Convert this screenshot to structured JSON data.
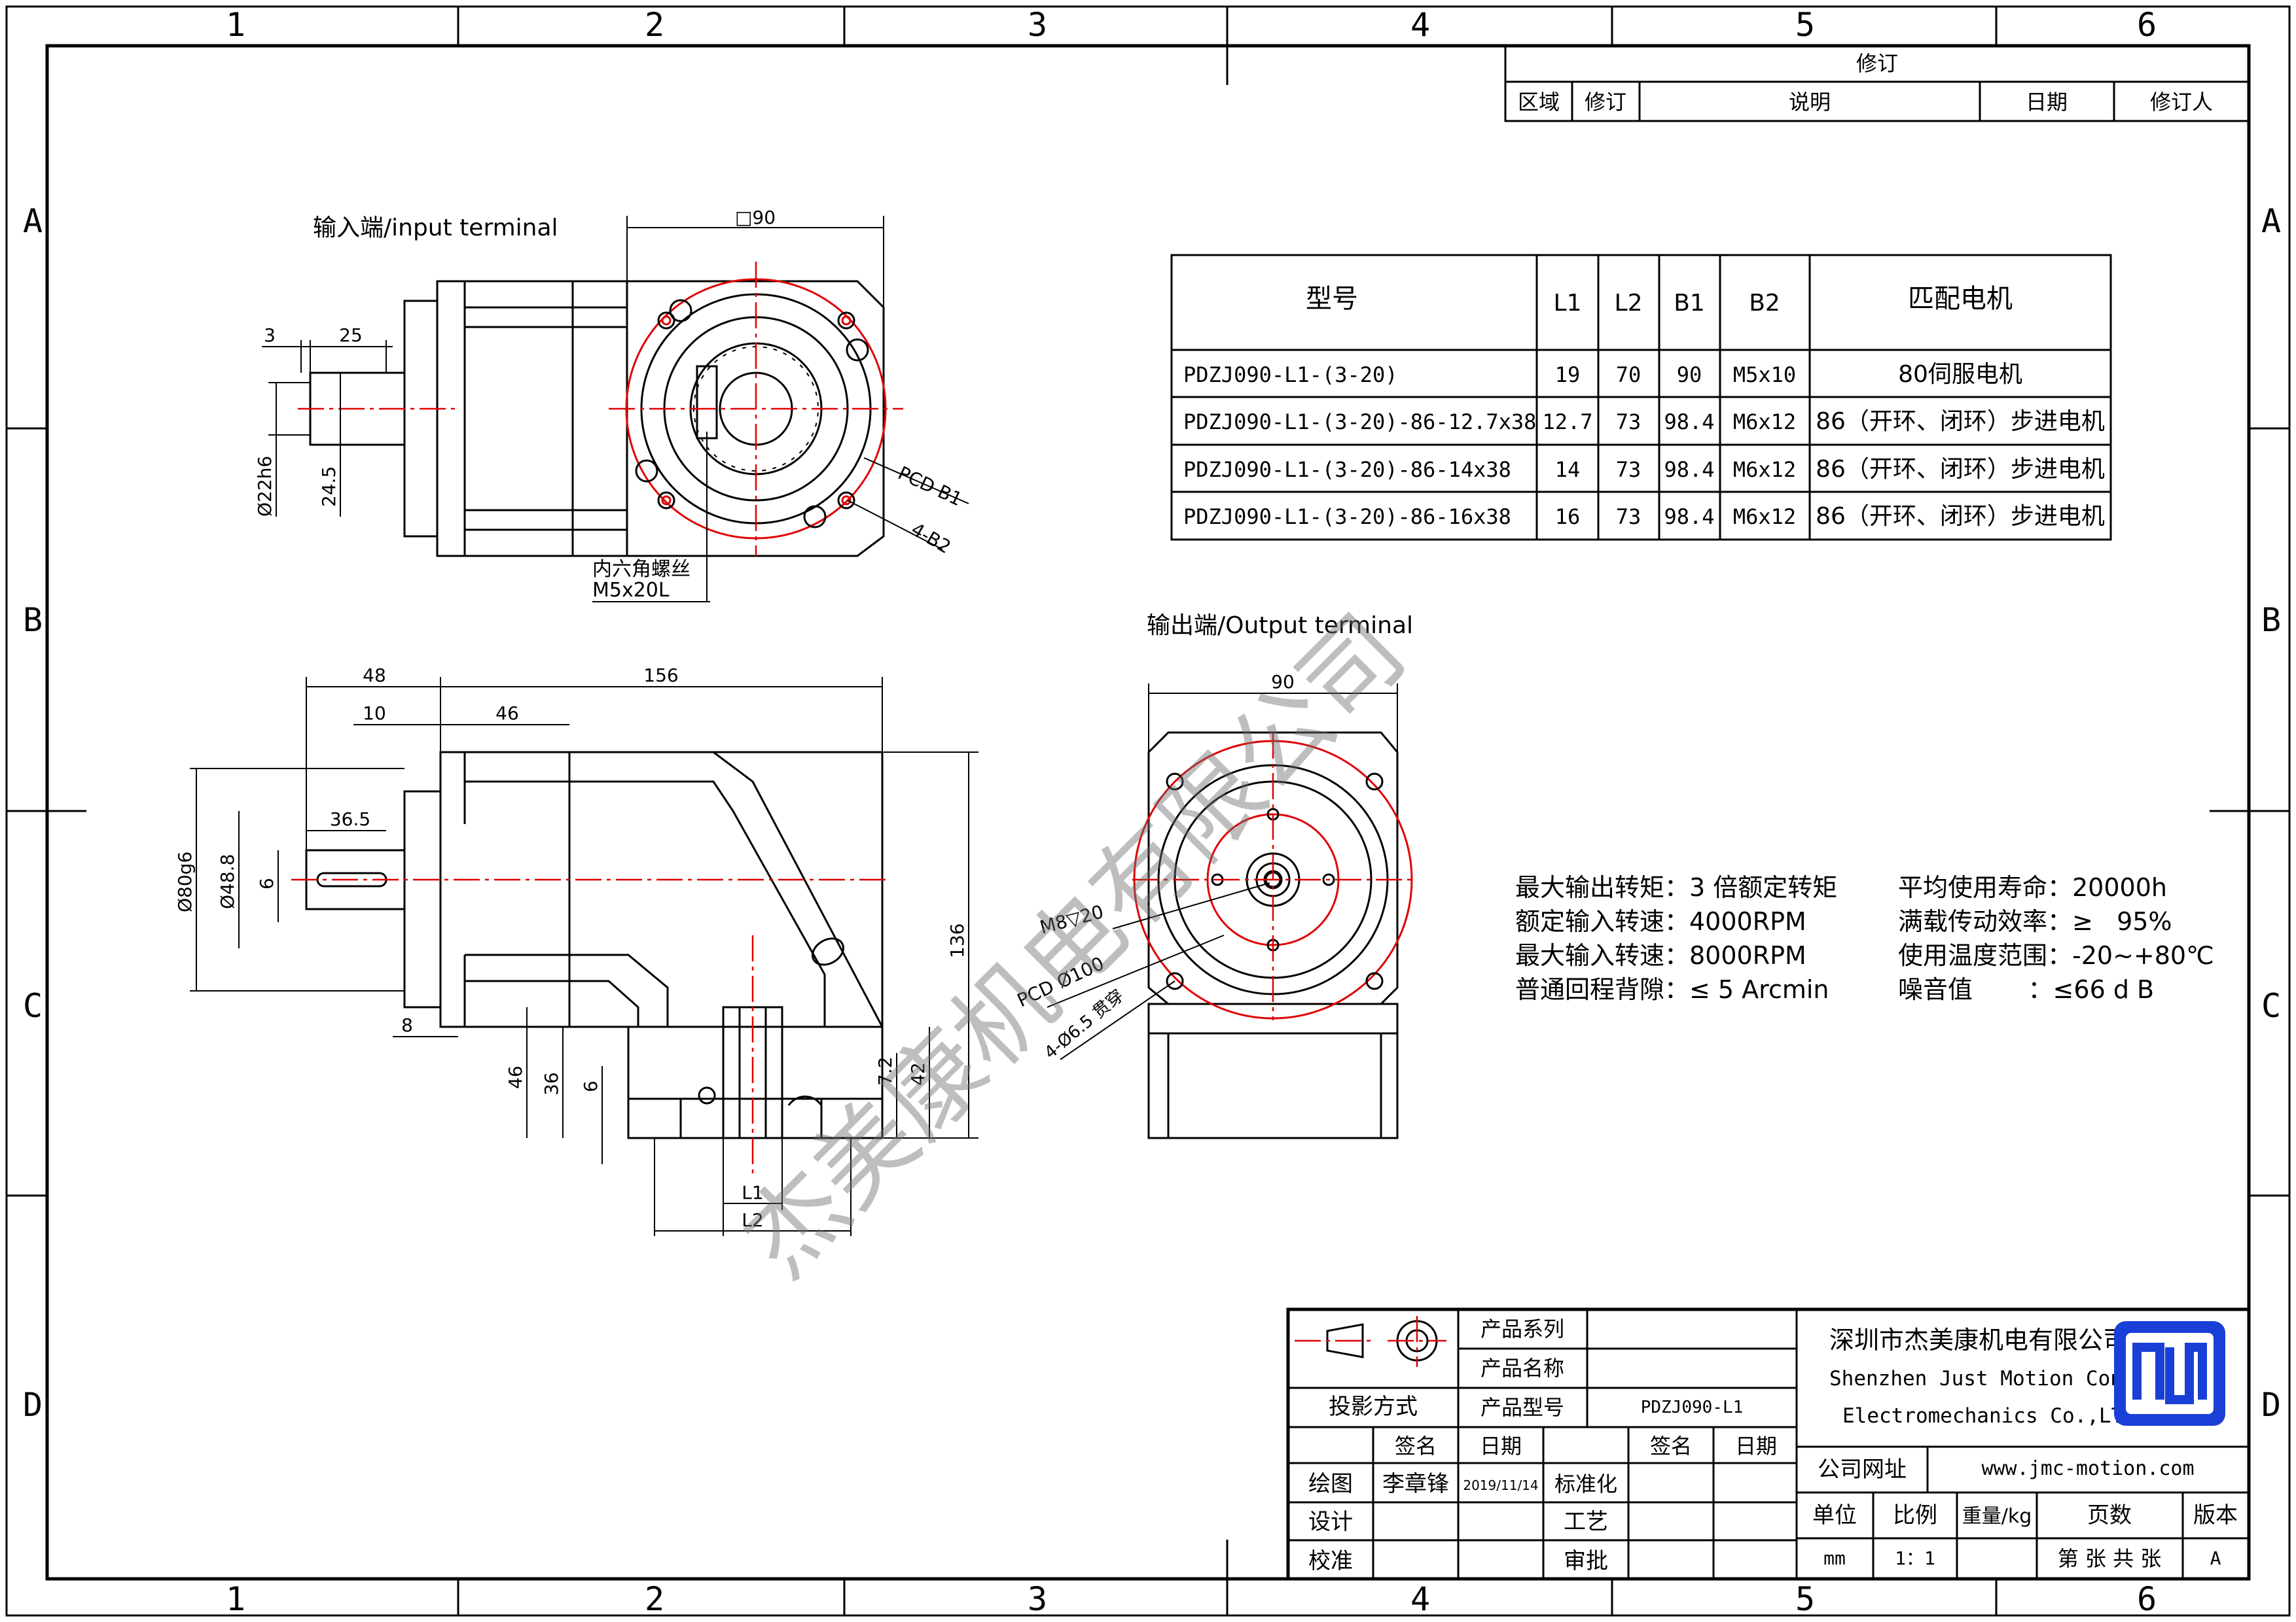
{
  "border": {
    "columns": [
      "1",
      "2",
      "3",
      "4",
      "5",
      "6"
    ],
    "rows": [
      "A",
      "B",
      "C",
      "D"
    ]
  },
  "revision": {
    "title": "修订",
    "headers": [
      "区域",
      "修订",
      "说明",
      "日期",
      "修订人"
    ]
  },
  "views": {
    "input_title": "输入端/input terminal",
    "output_title": "输出端/Output terminal",
    "screw_note": [
      "内六角螺丝",
      "M5x20L"
    ],
    "input_dims": {
      "square": "□90",
      "d3": "3",
      "d25": "25",
      "shaft": "Ø22h6",
      "key": "24.5",
      "pcd": "PCD B1",
      "holes": "4-B2"
    },
    "side_dims": {
      "d48": "48",
      "d156": "156",
      "d10": "10",
      "d46": "46",
      "d36_5": "36.5",
      "d80": "Ø80g6",
      "d48_8": "Ø48.8",
      "d6": "6",
      "d8": "8",
      "d136": "136",
      "d46v": "46",
      "d36v": "36",
      "d6v": "6",
      "d7_2": "7.2",
      "d42": "42",
      "L1": "L1",
      "L2": "L2"
    },
    "output_dims": {
      "square": "90",
      "m8": "M8▽20",
      "pcd": "PCD Ø100",
      "holes": "4-Ø6.5 贯穿"
    }
  },
  "spec_table": {
    "headers": [
      "型号",
      "L1",
      "L2",
      "B1",
      "B2",
      "匹配电机"
    ],
    "rows": [
      [
        "PDZJ090-L1-(3-20)",
        "19",
        "70",
        "90",
        "M5x10",
        "80伺服电机"
      ],
      [
        "PDZJ090-L1-(3-20)-86-12.7x38",
        "12.7",
        "73",
        "98.4",
        "M6x12",
        "86（开环、闭环）步进电机"
      ],
      [
        "PDZJ090-L1-(3-20)-86-14x38",
        "14",
        "73",
        "98.4",
        "M6x12",
        "86（开环、闭环）步进电机"
      ],
      [
        "PDZJ090-L1-(3-20)-86-16x38",
        "16",
        "73",
        "98.4",
        "M6x12",
        "86（开环、闭环）步进电机"
      ]
    ]
  },
  "specs_left": [
    "最大输出转矩：3 倍额定转矩",
    "额定输入转速：4000RPM",
    "最大输入转速：8000RPM",
    "普通回程背隙：≤ 5 Arcmin"
  ],
  "specs_right": [
    "平均使用寿命：20000h",
    "满载传动效率：≥   95%",
    "使用温度范围：-20~+80℃",
    "噪音值       ：≤66 d B"
  ],
  "watermark": "杰美康机电有限公司",
  "title_block": {
    "projection": "投影方式",
    "product_series": "产品系列",
    "product_name": "产品名称",
    "product_model": "产品型号",
    "model_value": "PDZJ090-L1",
    "sign": "签名",
    "date": "日期",
    "draw": "绘图",
    "drawer": "李章锋",
    "draw_date": "2019/11/14",
    "standard": "标准化",
    "design": "设计",
    "process": "工艺",
    "check": "校准",
    "approve": "审批",
    "company_cn": "深圳市杰美康机电有限公司",
    "company_en1": "Shenzhen Just Motion Control",
    "company_en2": "Electromechanics Co.,LTD",
    "website_label": "公司网址",
    "website": "www.jmc-motion.com",
    "unit_label": "单位",
    "scale_label": "比例",
    "weight_label": "重量/kg",
    "pages_label": "页数",
    "version_label": "版本",
    "unit": "mm",
    "scale": "1：1",
    "pages": "第 张 共 张",
    "version": "A"
  },
  "colors": {
    "line": "#000000",
    "centerline": "#e00000",
    "logo": "#1a3fd6"
  }
}
